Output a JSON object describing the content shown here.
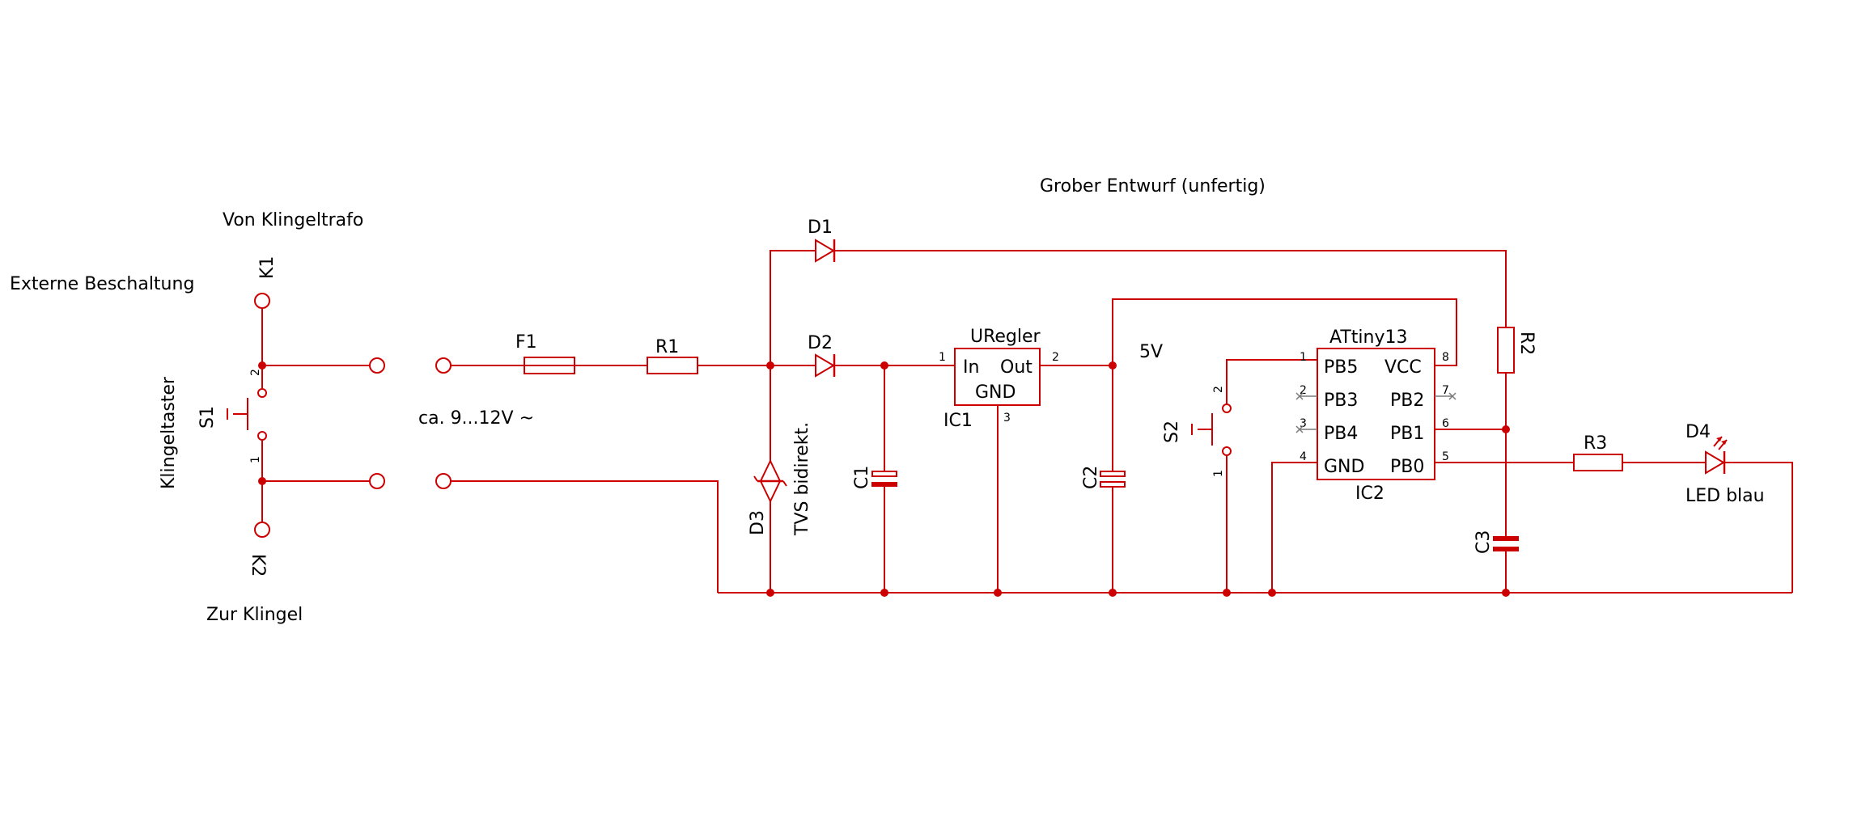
{
  "title": "Grober Entwurf (unfertig)",
  "colors": {
    "wire": "#cc0000",
    "text": "#000000",
    "background": "#ffffff",
    "noconnect": "#7a7a7a"
  },
  "notes": {
    "external": "Externe Beschaltung",
    "from_trafo": "Von Klingeltrafo",
    "to_bell": "Zur Klingel",
    "voltage": "ca. 9...12V ~",
    "supply": "5V",
    "tvs": "TVS bidirekt.",
    "led": "LED blau"
  },
  "components": {
    "K1": "K1",
    "K2": "K2",
    "S1": "S1",
    "S1_desc": "Klingeltaster",
    "F1": "F1",
    "R1": "R1",
    "R2": "R2",
    "R3": "R3",
    "D1": "D1",
    "D2": "D2",
    "D3": "D3",
    "D4": "D4",
    "C1": "C1",
    "C2": "C2",
    "C3": "C3",
    "S2": "S2",
    "IC1": "IC1",
    "IC1_value": "URegler",
    "IC2": "IC2",
    "IC2_value": "ATtiny13"
  },
  "ic1_pins": {
    "in": "In",
    "out": "Out",
    "gnd": "GND",
    "pin1": "1",
    "pin2": "2",
    "pin3": "3"
  },
  "ic2_pins": {
    "left": [
      "PB5",
      "PB3",
      "PB4",
      "GND"
    ],
    "right": [
      "VCC",
      "PB2",
      "PB1",
      "PB0"
    ],
    "left_nums": [
      "1",
      "2",
      "3",
      "4"
    ],
    "right_nums": [
      "8",
      "7",
      "6",
      "5"
    ]
  },
  "switch_pins": {
    "s1_top": "2",
    "s1_bot": "1",
    "s2_top": "2",
    "s2_bot": "1"
  }
}
